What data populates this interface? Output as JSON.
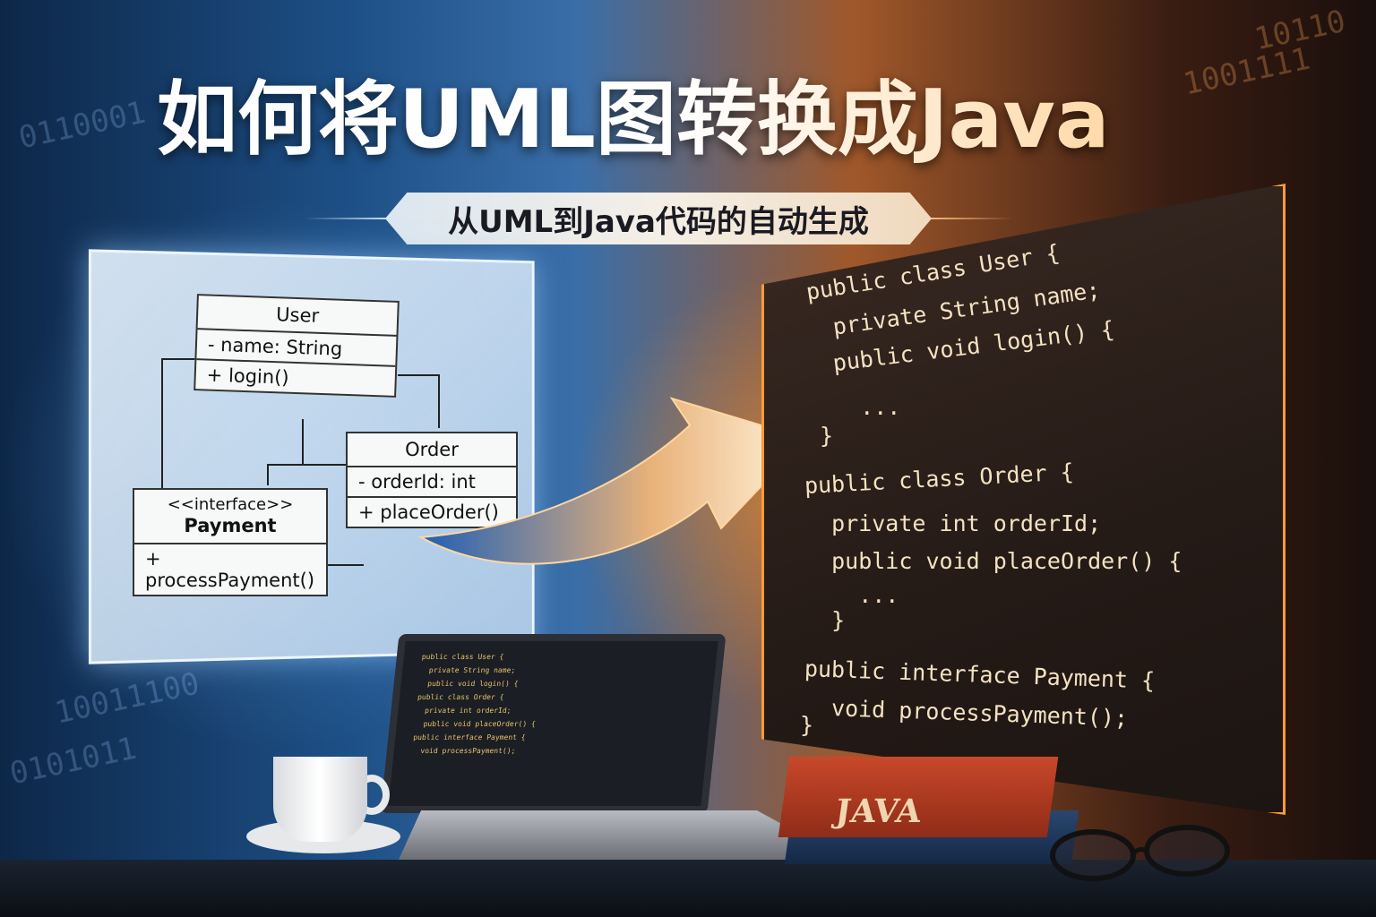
{
  "title": "如何将UML图转换成Java",
  "subtitle": "从UML到Java代码的自动生成",
  "uml": {
    "user": {
      "name": "User",
      "attr": "- name: String",
      "method": "+ login()"
    },
    "order": {
      "name": "Order",
      "attr": "- orderId: int",
      "method": "+ placeOrder()"
    },
    "payment": {
      "stereotype": "<<interface>>",
      "name": "Payment",
      "method": "+ processPayment()"
    }
  },
  "code_lines": [
    "public class User {",
    "  private String name;",
    "  public void login() {",
    "    ...",
    "}",
    "public class Order {",
    "  private int orderId;",
    "  public void placeOrder() {",
    "    ...",
    "  }",
    "public interface Payment {",
    "  void processPayment();",
    "}"
  ],
  "book_label": "JAVA",
  "background_digits": [
    "0101011",
    "10011100",
    "0110001",
    "1001111",
    "10110"
  ],
  "colors": {
    "blue": "#1d4f86",
    "orange": "#ff9a3a"
  }
}
